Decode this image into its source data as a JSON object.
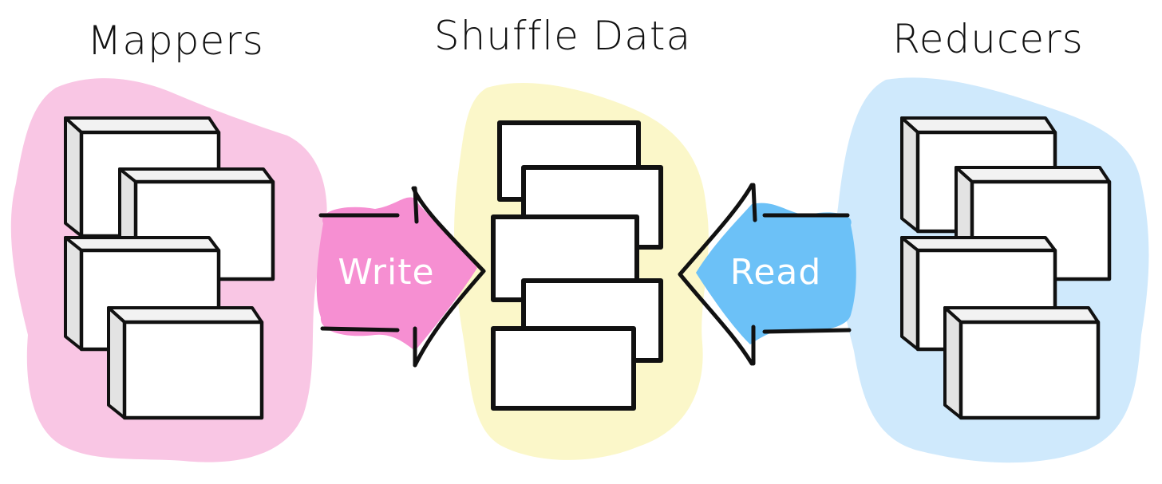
{
  "diagram": {
    "groups": [
      {
        "id": "mappers",
        "title": "Mappers",
        "color": "#f9c6e4",
        "node_count": 4
      },
      {
        "id": "shuffle",
        "title": "Shuffle Data",
        "color": "#fbf7c9",
        "node_count": 5
      },
      {
        "id": "reducers",
        "title": "Reducers",
        "color": "#cfe9fc",
        "node_count": 4
      }
    ],
    "arrows": [
      {
        "id": "write",
        "label": "Write",
        "color": "#f68fd2",
        "from": "mappers",
        "to": "shuffle"
      },
      {
        "id": "read",
        "label": "Read",
        "color": "#6cc1f7",
        "from": "reducers",
        "to": "shuffle"
      }
    ]
  }
}
